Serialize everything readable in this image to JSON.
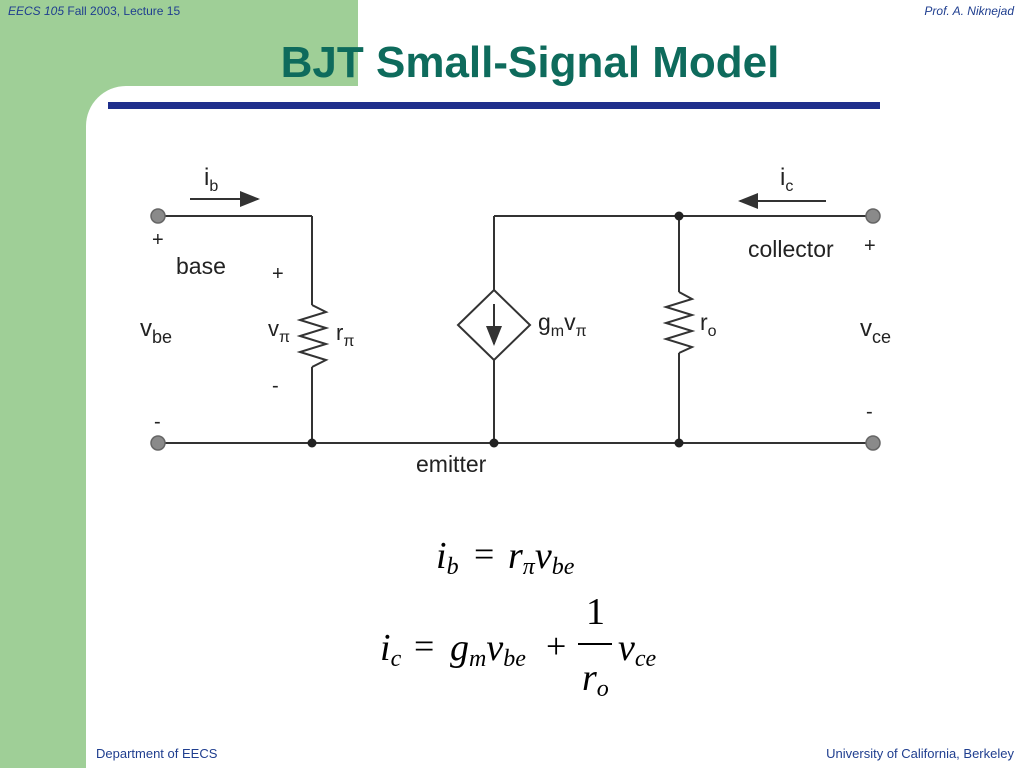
{
  "header": {
    "course_italic": "EECS 105",
    "course_rest": " Fall 2003, Lecture 15",
    "author": "Prof. A. Niknejad"
  },
  "title": "BJT Small-Signal Model",
  "footer": {
    "left": "Department of EECS",
    "right": "University of California, Berkeley"
  },
  "circuit": {
    "ib_main": "i",
    "ib_sub": "b",
    "ic_main": "i",
    "ic_sub": "c",
    "base_plus": "+",
    "base_label": "base",
    "vpi_plus": "+",
    "vbe_main": "v",
    "vbe_sub": "be",
    "vpi_main": "v",
    "vpi_sub": "π",
    "rpi_main": "r",
    "rpi_sub": "π",
    "vpi_minus": "-",
    "base_minus": "-",
    "gm_main": "g",
    "gm_sub": "m",
    "gm_v": "v",
    "gm_vsub": "π",
    "ro_main": "r",
    "ro_sub": "o",
    "collector_label": "collector",
    "collector_plus": "+",
    "vce_main": "v",
    "vce_sub": "ce",
    "collector_minus": "-",
    "emitter_label": "emitter"
  },
  "equations": {
    "eq1": {
      "lhs": "i",
      "lhs_sub": "b",
      "eq": "=",
      "r": "r",
      "r_sub": "π",
      "v": "v",
      "v_sub": "be"
    },
    "eq2": {
      "lhs": "i",
      "lhs_sub": "c",
      "eq": "=",
      "g": "g",
      "g_sub": "m",
      "v": "v",
      "v_sub": "be",
      "plus": "+",
      "num": "1",
      "den": "r",
      "den_sub": "o",
      "v2": "v",
      "v2_sub": "ce"
    }
  },
  "colors": {
    "green_panel": "#9fcf97",
    "title": "#0e6b5c",
    "title_bar": "#1f2f8c",
    "text_blue": "#1f3e8f",
    "wire": "#333333",
    "terminal": "#888888"
  }
}
